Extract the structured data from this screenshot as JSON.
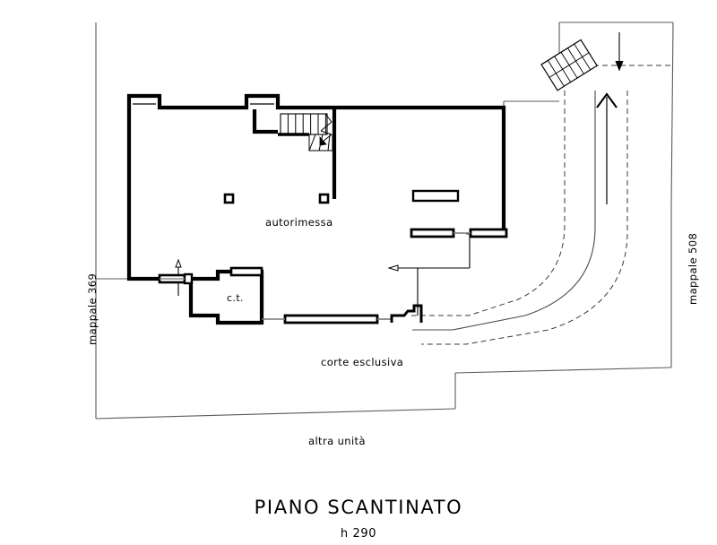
{
  "drawing": {
    "kind": "architectural-floor-plan",
    "title": "PIANO SCANTINATO",
    "subtitle": "h 290",
    "background_color": "#ffffff",
    "line_color": "#000000",
    "boundary_color": "#555555"
  },
  "labels": {
    "garage": "autorimessa",
    "technical_room": "c.t.",
    "courtyard": "corte esclusiva",
    "other_unit": "altra unità",
    "parcel_left": "mappale  369",
    "parcel_right": "mappale  508"
  },
  "rooms": [
    {
      "name": "autorimessa",
      "label": "autorimessa"
    },
    {
      "name": "c.t.",
      "label": "c.t."
    },
    {
      "name": "corte esclusiva",
      "label": "corte esclusiva"
    },
    {
      "name": "altra unità",
      "label": "altra unità"
    }
  ],
  "parcels": [
    {
      "id": "369",
      "label": "mappale  369",
      "side": "left"
    },
    {
      "id": "508",
      "label": "mappale  508",
      "side": "right"
    }
  ],
  "annotations": {
    "height_note": "h 290",
    "stair_direction": "up",
    "ramp_direction": "up",
    "entry_direction": "down"
  }
}
